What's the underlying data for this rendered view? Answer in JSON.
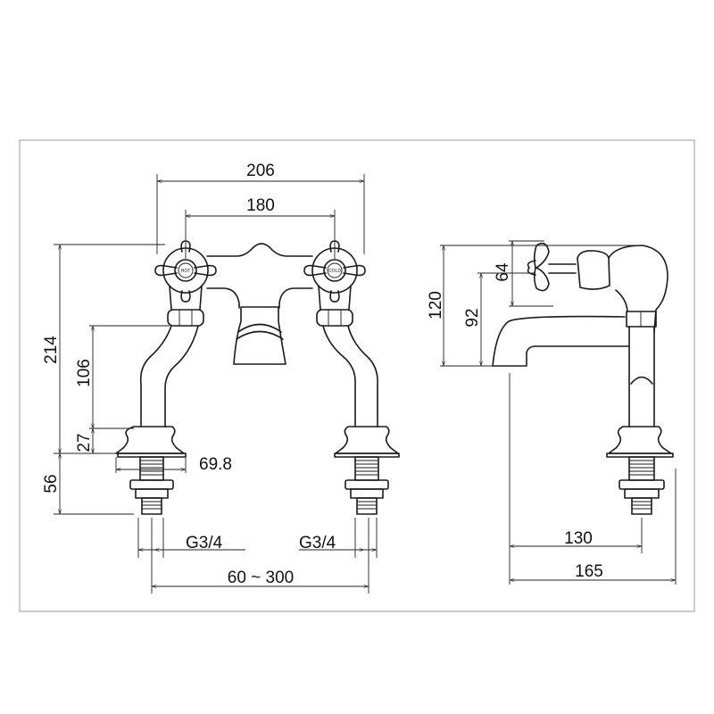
{
  "drawing": {
    "title": "Bath tap technical drawing",
    "front_view": {
      "handle_labels": {
        "hot": "HOT",
        "cold": "COLD"
      },
      "dimensions": {
        "overall_width": "206",
        "handle_centres": "180",
        "overall_height": "214",
        "pipe_height": "106",
        "base_height": "27",
        "shank_length": "56",
        "base_diameter": "69.8",
        "thread_left": "G3/4",
        "thread_right": "G3/4",
        "centre_range": "60 ~ 300"
      }
    },
    "side_view": {
      "dimensions": {
        "total_height": "120",
        "spout_height": "92",
        "handle_height": "64",
        "spout_projection": "130",
        "total_depth": "165"
      }
    }
  }
}
